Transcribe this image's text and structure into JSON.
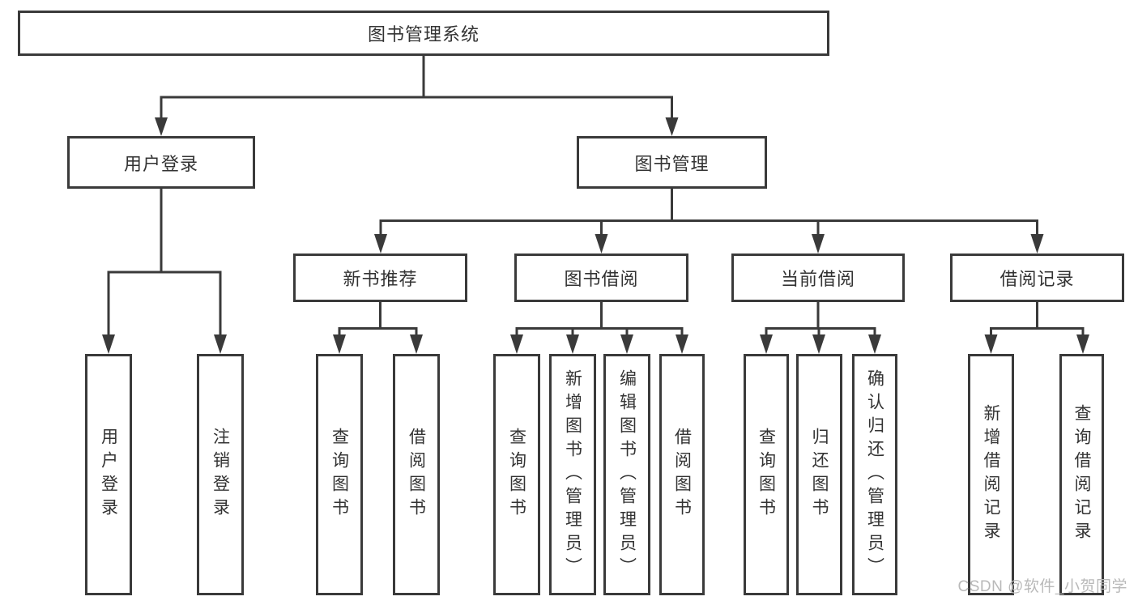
{
  "diagram": {
    "root": {
      "label": "图书管理系统"
    },
    "level2": [
      {
        "id": "user-login",
        "label": "用户登录"
      },
      {
        "id": "book-management",
        "label": "图书管理"
      }
    ],
    "level3": [
      {
        "id": "new-book-recommend",
        "label": "新书推荐"
      },
      {
        "id": "book-borrow",
        "label": "图书借阅"
      },
      {
        "id": "current-borrow",
        "label": "当前借阅"
      },
      {
        "id": "borrow-records",
        "label": "借阅记录"
      }
    ],
    "leaves": [
      {
        "parent": "user-login",
        "label": "用户登录"
      },
      {
        "parent": "user-login",
        "label": "注销登录"
      },
      {
        "parent": "new-book-recommend",
        "label": "查询图书"
      },
      {
        "parent": "new-book-recommend",
        "label": "借阅图书"
      },
      {
        "parent": "book-borrow",
        "label": "查询图书"
      },
      {
        "parent": "book-borrow",
        "label": "新增图书（管理员）"
      },
      {
        "parent": "book-borrow",
        "label": "编辑图书（管理员）"
      },
      {
        "parent": "book-borrow",
        "label": "借阅图书"
      },
      {
        "parent": "current-borrow",
        "label": "查询图书"
      },
      {
        "parent": "current-borrow",
        "label": "归还图书"
      },
      {
        "parent": "current-borrow",
        "label": "确认归还（管理员）"
      },
      {
        "parent": "borrow-records",
        "label": "新增借阅记录"
      },
      {
        "parent": "borrow-records",
        "label": "查询借阅记录"
      }
    ]
  },
  "watermark": {
    "text": "CSDN @软件_小贺同学"
  },
  "colors": {
    "line": "#3a3a3a",
    "text": "#333333",
    "watermark": "#b9b9b9",
    "background": "#ffffff"
  }
}
